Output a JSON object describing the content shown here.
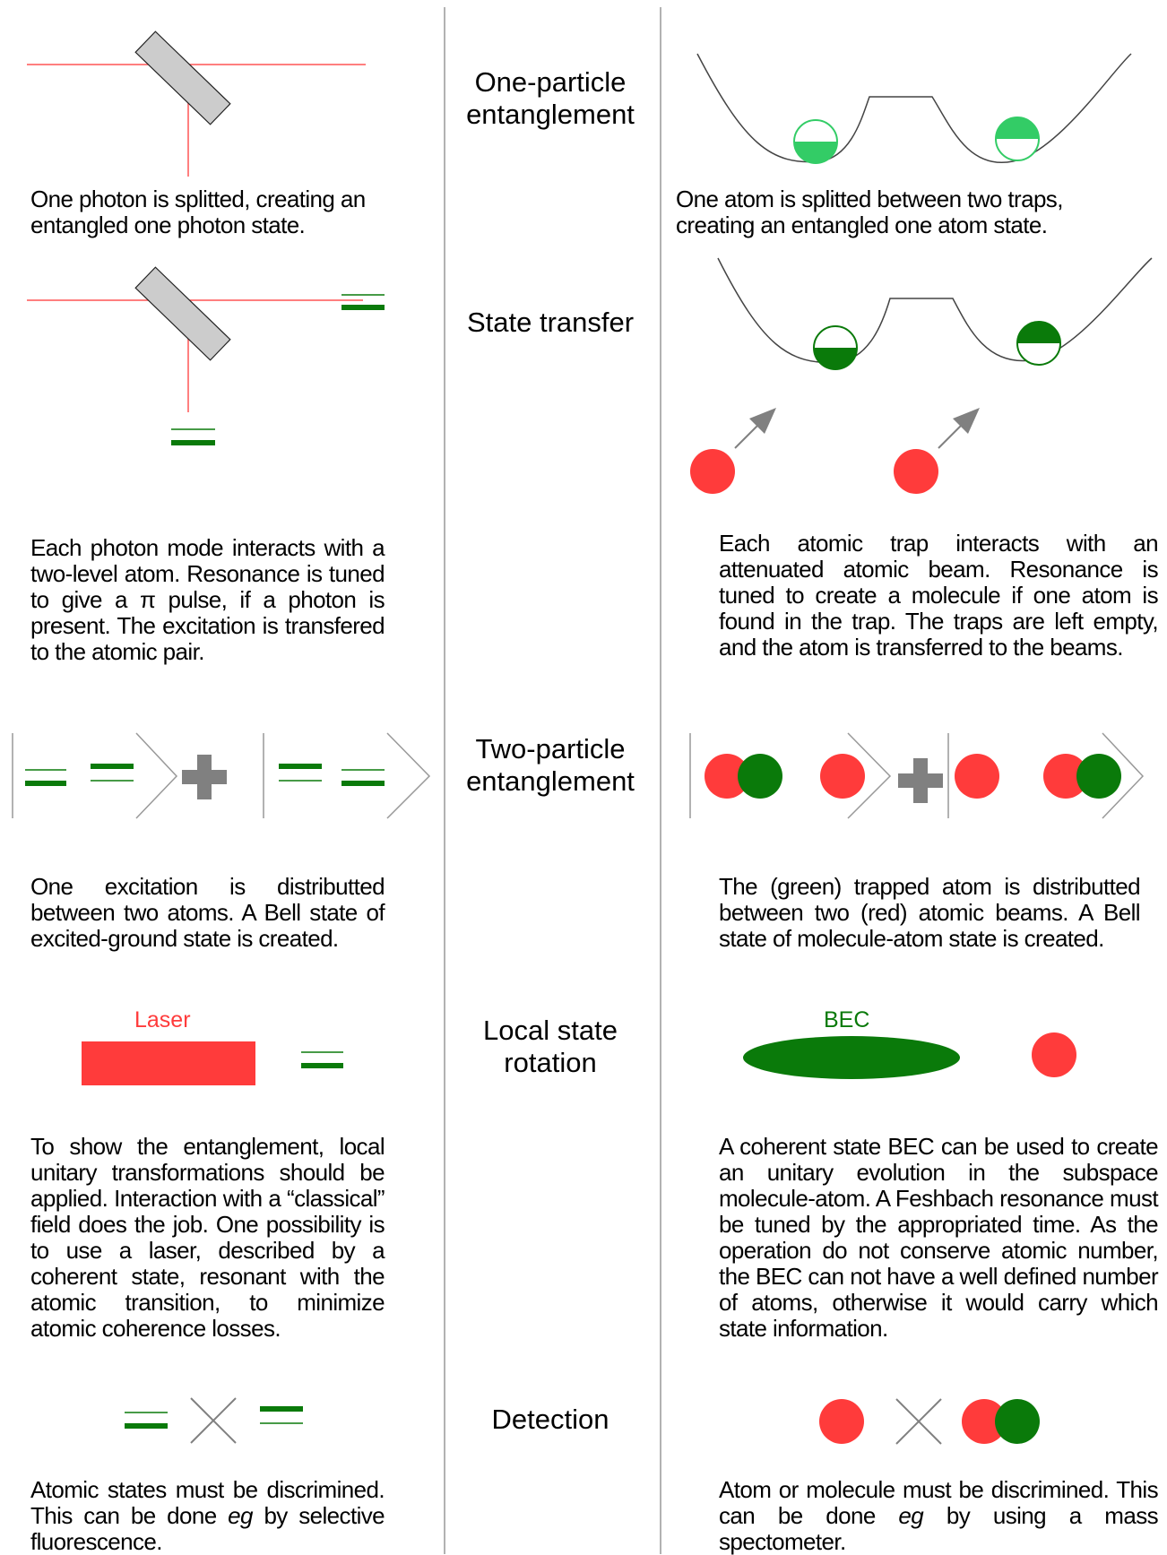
{
  "headings": {
    "one_particle": "One-particle entanglement",
    "state_transfer": "State transfer",
    "two_particle": "Two-particle entanglement",
    "local_rotation": "Local state rotation",
    "detection": "Detection"
  },
  "left": {
    "p1": "One photon is splitted, creating an entangled one photon state.",
    "p2": "Each photon mode interacts with a two-level atom. Resonance is tuned to give a π pulse, if a photon is present. The excitation is transfered to the atomic pair.",
    "p3": "One excitation is distributted between two atoms. A Bell state of excited-ground state is created.",
    "p4": "To show the entanglement, local unitary transformations should be applied. Interaction with a “classical” field does the job. One possibility is to use a laser, described by a coherent state, resonant with the atomic transition, to minimize atomic coherence losses.",
    "p5_a": "Atomic states must be discrimined. This can be done ",
    "p5_em": "eg",
    "p5_b": " by selective fluorescence."
  },
  "right": {
    "p1": "One atom is splitted between two traps, creating an entangled one atom state.",
    "p2": "Each atomic trap interacts with an attenuated atomic beam. Resonance is tuned to create a molecule if one atom is found in the trap. The traps are left empty, and the atom is transferred to the beams.",
    "p3": "The (green) trapped atom is distributted between two (red) atomic beams. A Bell state of molecule-atom state is created.",
    "p4": "A coherent state BEC can be used to create an unitary evolution in the subspace molecule-atom. A Feshbach resonance must be tuned by the appropriated time. As the operation do not conserve atomic number, the BEC can not have a well defined number of atoms, otherwise it would carry which state information.",
    "p5_a": "Atom or molecule must be discrimined. This can be done ",
    "p5_em": "eg",
    "p5_b": " by using a mass spectometer."
  },
  "labels": {
    "laser": "Laser",
    "bec": "BEC"
  },
  "colors": {
    "red": "#ff3b3b",
    "green": "#0a7a0a",
    "light_green": "#33cc66",
    "gray": "#808080",
    "splitter": "#cccccc",
    "beam": "#ff5555",
    "divider": "#999999"
  }
}
